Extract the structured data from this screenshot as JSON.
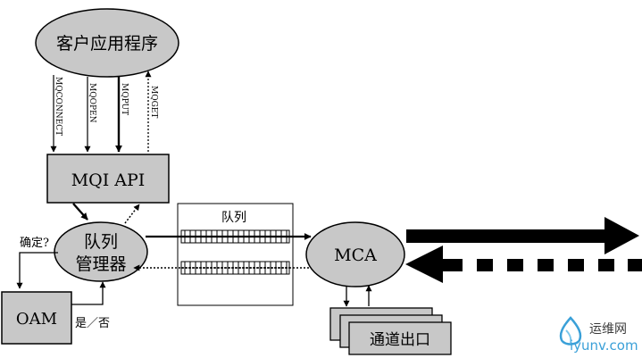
{
  "nodes": {
    "client_app": "客户应用程序",
    "mqi_api": "MQI API",
    "queue_manager_line1": "队列",
    "queue_manager_line2": "管理器",
    "oam": "OAM",
    "queue": "队列",
    "mca": "MCA",
    "channel_exit": "通道出口"
  },
  "calls": {
    "connect": "MQCONNECT",
    "open": "MQOPEN",
    "put": "MQPUT",
    "get": "MQGET"
  },
  "labels": {
    "confirm": "确定?",
    "yes_no": "是／否"
  },
  "watermark": {
    "site_name": "运维网",
    "url": "iyunv.com"
  }
}
